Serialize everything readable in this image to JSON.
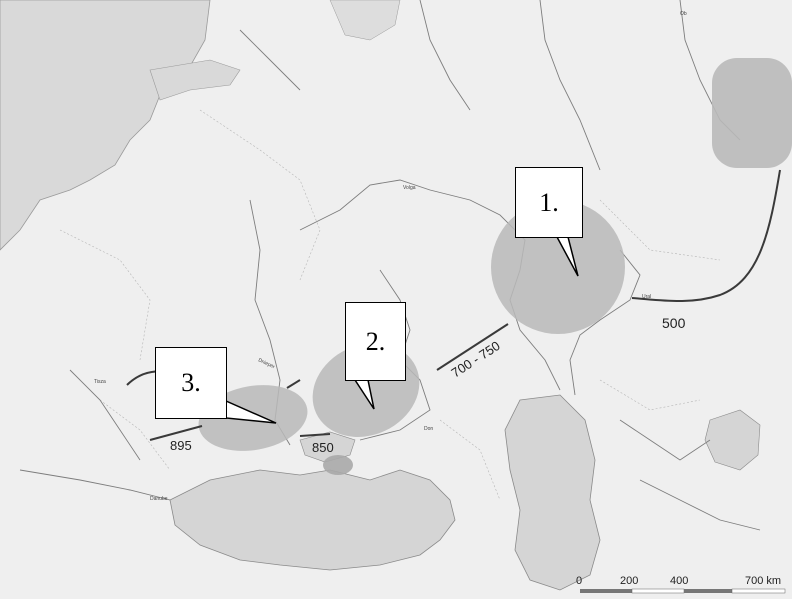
{
  "callouts": [
    {
      "id": "1",
      "text": "1."
    },
    {
      "id": "2",
      "text": "2."
    },
    {
      "id": "3",
      "text": "3."
    }
  ],
  "date_labels": {
    "d500": "500",
    "d700_750": "700 - 750",
    "d850": "850",
    "d895": "895"
  },
  "river_labels": {
    "ob": "Ob",
    "volga": "Volga",
    "ural": "Ural",
    "don": "Don",
    "dnieper": "Dnieper",
    "tisza": "Tisza",
    "danube": "Danube"
  },
  "scale_bar": {
    "t0": "0",
    "t200": "200",
    "t400": "400",
    "t700": "700 km"
  },
  "colors": {
    "land": "#efefef",
    "water": "#d8d8d8",
    "region": "#b9b9b9",
    "route": "#3a3a3a"
  }
}
